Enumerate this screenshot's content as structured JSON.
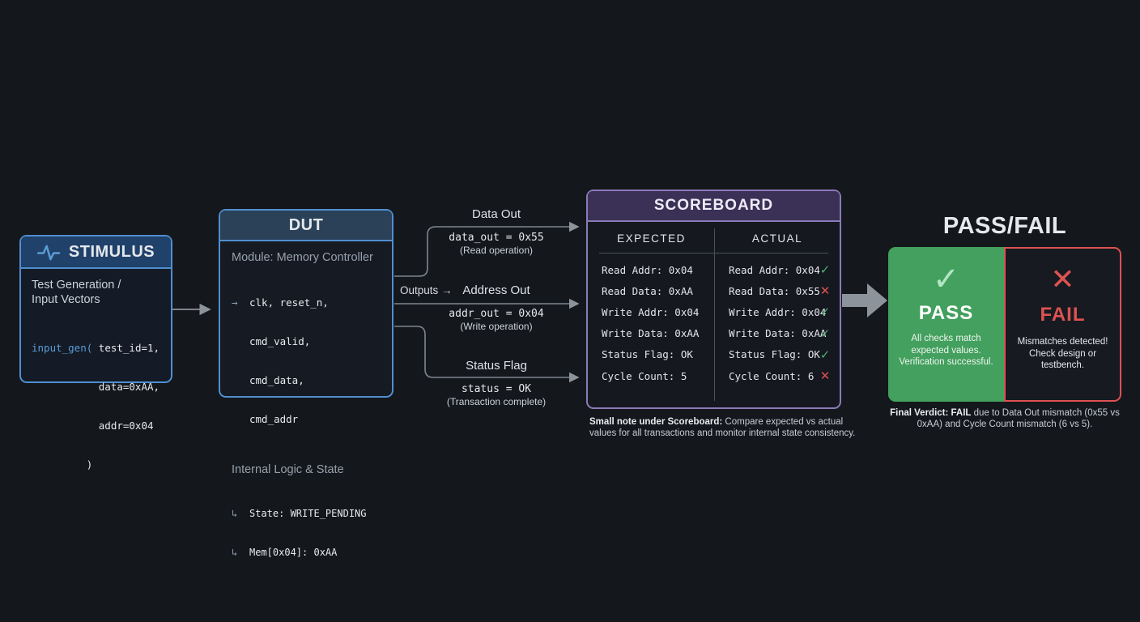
{
  "colors": {
    "background": "#14171c",
    "blue_accent": "#4f8fd0",
    "code_blue": "#5b9bd5",
    "purple_accent": "#8b7ab8",
    "green_pass": "#43a05e",
    "green_check": "#4caf6e",
    "red_fail": "#dd5252",
    "connector_gray": "#7f868f"
  },
  "stimulus": {
    "title": "STIMULUS",
    "icon": "waveform-icon",
    "subtitle_line1": "Test Generation /",
    "subtitle_line2": "Input Vectors",
    "code": {
      "fn": "input_gen(",
      "line1_rest": " test_id=1,",
      "line2": "           data=0xAA,",
      "line3": "           addr=0x04",
      "line4": "         )"
    }
  },
  "dut": {
    "title": "DUT",
    "module_label": "Module: Memory Controller",
    "input_arrow": "→",
    "inputs": [
      "clk, reset_n,",
      "cmd_valid,",
      "cmd_data,",
      "cmd_addr"
    ],
    "internal_label": "Internal Logic & State",
    "branch_arrow": "↳",
    "state_line": "State: WRITE_PENDING",
    "mem_line": "Mem[0x04]: 0xAA"
  },
  "outputs": {
    "label": "Outputs →",
    "signals": [
      {
        "name": "Data Out",
        "value": "data_out = 0x55",
        "note": "(Read operation)"
      },
      {
        "name": "Address Out",
        "value": "addr_out = 0x04",
        "note": "(Write operation)"
      },
      {
        "name": "Status Flag",
        "value": "status = OK",
        "note": "(Transaction complete)"
      }
    ]
  },
  "scoreboard": {
    "title": "SCOREBOARD",
    "columns": [
      "EXPECTED",
      "ACTUAL"
    ],
    "match_icon": "✓",
    "mismatch_icon": "✕",
    "rows": [
      {
        "expected": "Read Addr: 0x04",
        "actual": "Read Addr: 0x04",
        "match": true
      },
      {
        "expected": "Read Data: 0xAA",
        "actual": "Read Data: 0x55",
        "match": false
      },
      {
        "expected": "Write Addr: 0x04",
        "actual": "Write Addr: 0x04",
        "match": true
      },
      {
        "expected": "Write Data: 0xAA",
        "actual": "Write Data: 0xAA",
        "match": true
      },
      {
        "expected": "Status Flag: OK",
        "actual": "Status Flag: OK",
        "match": true
      },
      {
        "expected": "Cycle Count: 5",
        "actual": "Cycle Count: 6",
        "match": false
      }
    ],
    "note_bold": "Small note under Scoreboard:",
    "note_rest": " Compare expected vs actual values for all transactions and monitor internal state consistency."
  },
  "verdict": {
    "title": "PASS/FAIL",
    "pass": {
      "icon": "✓",
      "label": "PASS",
      "lines": [
        "All checks match",
        "expected values.",
        "Verification successful."
      ]
    },
    "fail": {
      "icon": "✕",
      "label": "FAIL",
      "lines": [
        "Mismatches detected!",
        "Check design or",
        "testbench."
      ]
    },
    "final_bold": "Final Verdict: FAIL",
    "final_rest": " due to Data Out mismatch (0x55 vs 0xAA) and Cycle Count mismatch (6 vs 5)."
  }
}
